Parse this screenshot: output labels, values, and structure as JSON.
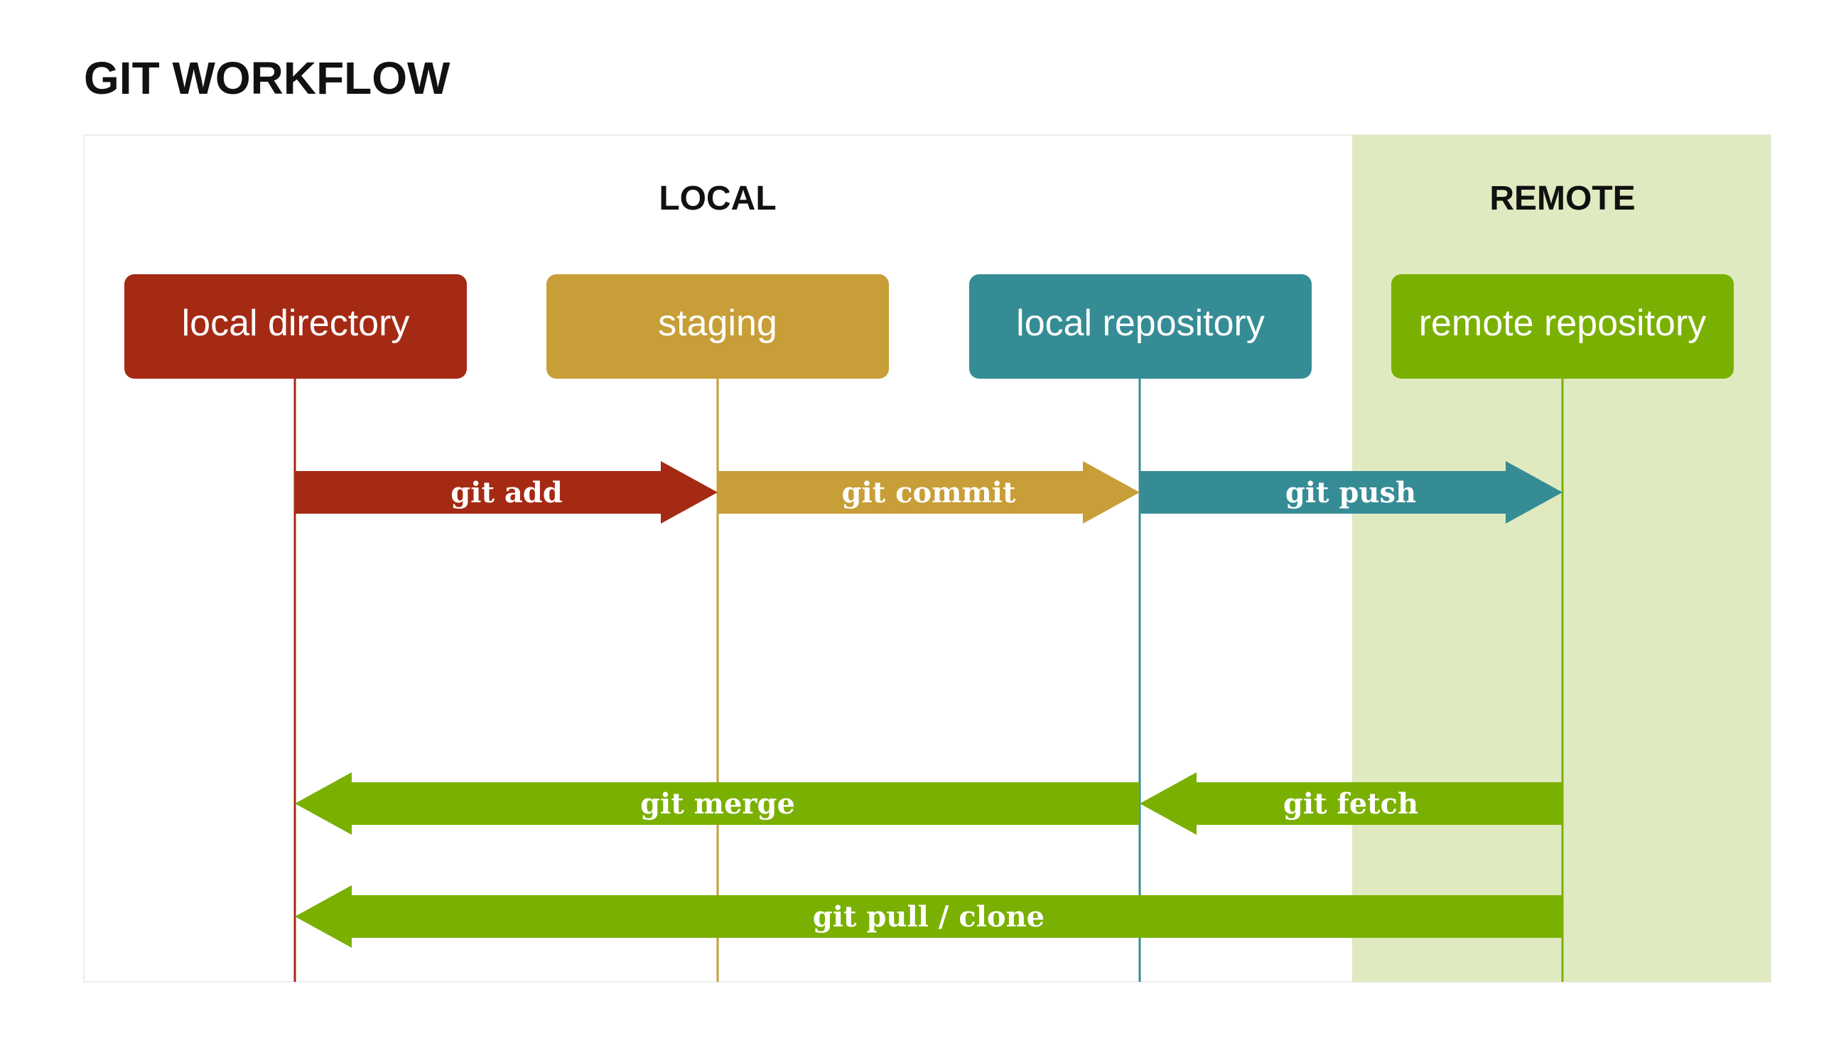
{
  "title": "GIT WORKFLOW",
  "sections": {
    "local": {
      "label": "LOCAL"
    },
    "remote": {
      "label": "REMOTE",
      "color": "#dfeac0"
    }
  },
  "nodes": [
    {
      "id": "local-directory",
      "label": "local directory",
      "color": "#a52a14"
    },
    {
      "id": "staging",
      "label": "staging",
      "color": "#c79e37"
    },
    {
      "id": "local-repository",
      "label": "local repository",
      "color": "#368c95"
    },
    {
      "id": "remote-repository",
      "label": "remote repository",
      "color": "#7ab001"
    }
  ],
  "commands": [
    {
      "id": "git-add",
      "label": "git add",
      "from": "local-directory",
      "to": "staging",
      "color": "#a52a14"
    },
    {
      "id": "git-commit",
      "label": "git commit",
      "from": "staging",
      "to": "local-repository",
      "color": "#c79e37"
    },
    {
      "id": "git-push",
      "label": "git push",
      "from": "local-repository",
      "to": "remote-repository",
      "color": "#368c95"
    },
    {
      "id": "git-fetch",
      "label": "git fetch",
      "from": "remote-repository",
      "to": "local-repository",
      "color": "#7ab001"
    },
    {
      "id": "git-merge",
      "label": "git merge",
      "from": "local-repository",
      "to": "local-directory",
      "color": "#7ab001"
    },
    {
      "id": "git-pull-clone",
      "label": "git pull / clone",
      "from": "remote-repository",
      "to": "local-directory",
      "color": "#7ab001"
    }
  ]
}
